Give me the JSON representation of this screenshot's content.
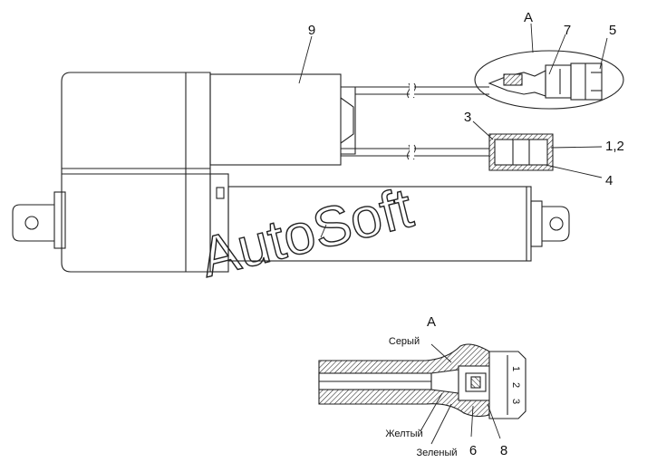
{
  "diagram": {
    "callouts": {
      "c9": "9",
      "cA": "A",
      "c7": "7",
      "c5": "5",
      "c3": "3",
      "c12": "1,2",
      "c4": "4",
      "c6": "6",
      "c8": "8"
    },
    "detail": {
      "title": "A",
      "wire_gray": "Серый",
      "wire_yellow": "Желтый",
      "wire_green": "Зеленый",
      "pin1": "1",
      "pin2": "2",
      "pin3": "3"
    },
    "watermark": "AutoSoft"
  }
}
